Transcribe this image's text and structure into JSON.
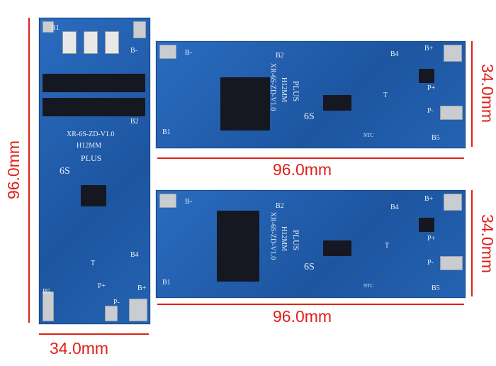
{
  "dimensions": {
    "vertical_board_length": "96.0mm",
    "vertical_board_width": "34.0mm",
    "top_board_length": "96.0mm",
    "top_board_width": "34.0mm",
    "bottom_board_length": "96.0mm",
    "bottom_board_width": "34.0mm"
  },
  "silkscreen": {
    "model": "XR-6S-ZD-V1.0",
    "thickness": "H12MM",
    "variant": "PLUS",
    "cells": "6S",
    "b1": "B1",
    "b2": "B2",
    "b4": "B4",
    "b5": "B5",
    "bminus": "B-",
    "bplus": "B+",
    "pplus": "P+",
    "pminus": "P-",
    "t": "T",
    "ntc": "NTC"
  },
  "colors": {
    "board": "#1f5fa8",
    "dimension": "#e0201a"
  }
}
